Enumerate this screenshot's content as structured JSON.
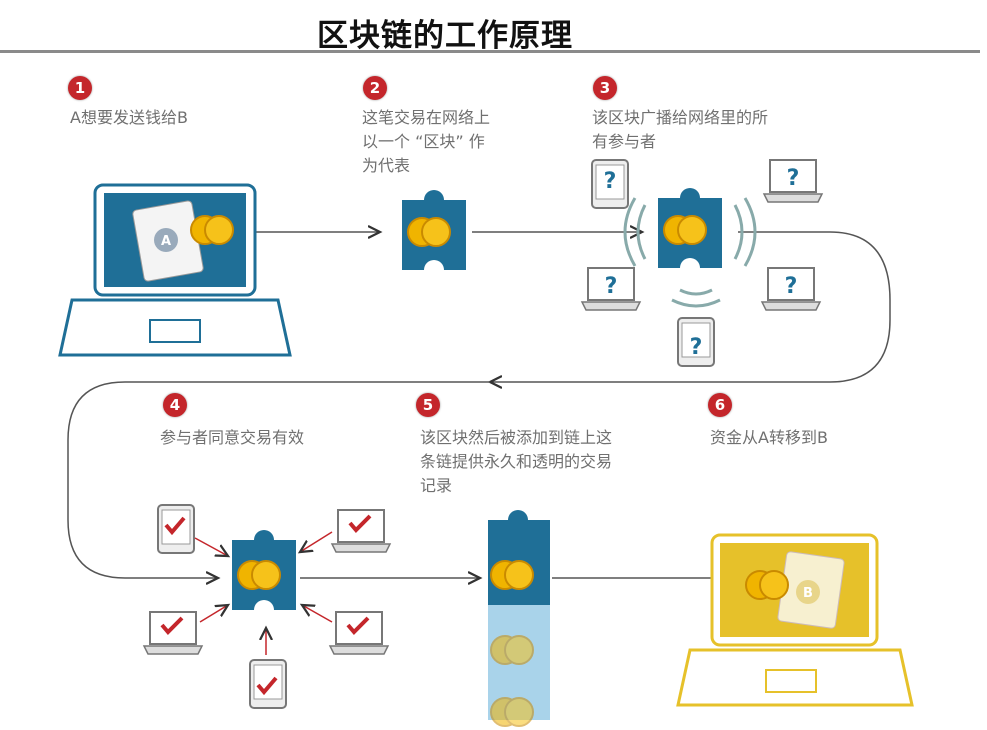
{
  "title": "区块链的工作原理",
  "steps": [
    {
      "num": "1",
      "text": "A想要发送钱给B"
    },
    {
      "num": "2",
      "text": "这笔交易在网络上\n以一个 “区块” 作\n为代表"
    },
    {
      "num": "3",
      "text": "该区块广播给网络里的所\n有参与者"
    },
    {
      "num": "4",
      "text": "参与者同意交易有效"
    },
    {
      "num": "5",
      "text": "该区块然后被添加到链上这\n条链提供永久和透明的交易\n记录"
    },
    {
      "num": "6",
      "text": "资金从A转移到B"
    }
  ],
  "labels": {
    "wallet_a": "A",
    "wallet_b": "B",
    "question": "?"
  },
  "colors": {
    "blue": "#1f6f97",
    "gold": "#e6c12a",
    "red": "#c4262b",
    "light_blue": "#a9d3ea"
  }
}
